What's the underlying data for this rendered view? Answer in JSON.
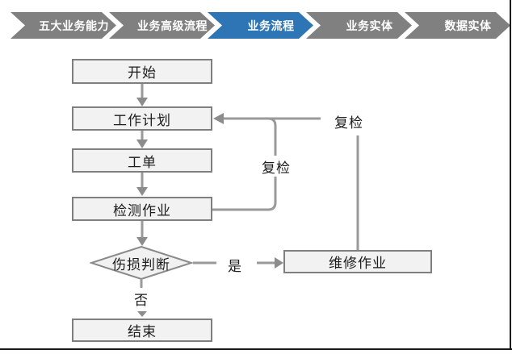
{
  "breadcrumb": {
    "items": [
      {
        "label": "五大业务能力",
        "active": false
      },
      {
        "label": "业务高级流程",
        "active": false
      },
      {
        "label": "业务流程",
        "active": true
      },
      {
        "label": "业务实体",
        "active": false
      },
      {
        "label": "数据实体",
        "active": false
      }
    ],
    "colors": {
      "active": "#2e75b6",
      "inactive": "#808080",
      "text": "#ffffff"
    }
  },
  "flowchart": {
    "nodes": {
      "start": "开始",
      "plan": "工作计划",
      "order": "工单",
      "inspect": "检测作业",
      "decision": "伤损判断",
      "repair": "维修作业",
      "end": "结束"
    },
    "labels": {
      "yes": "是",
      "no": "否",
      "recheck_inner": "复检",
      "recheck_outer": "复检"
    },
    "colors": {
      "node_fill": "#f2f2f2",
      "node_border": "#7f7f7f",
      "connector": "#9a9a9a"
    }
  }
}
